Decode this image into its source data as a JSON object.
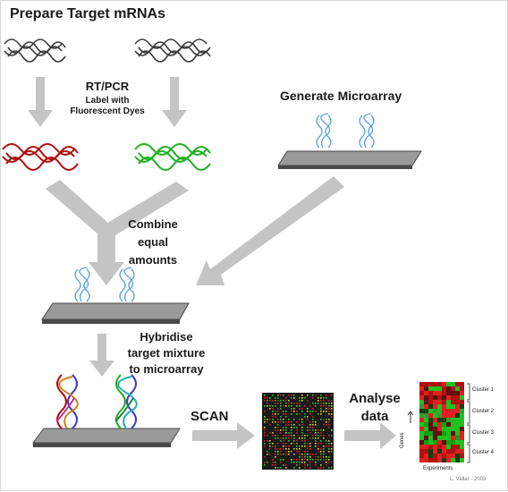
{
  "labels": {
    "title": "Prepare Target mRNAs",
    "rtpcr": "RT/PCR",
    "label_with": "Label with",
    "fluorescent_dyes": "Fluorescent Dyes",
    "generate": "Generate Microarray",
    "combine_1": "Combine",
    "combine_2": "equal",
    "combine_3": "amounts",
    "hybridise_1": "Hybridise",
    "hybridise_2": "target mixture",
    "hybridise_3": "to microarray",
    "scan": "SCAN",
    "analyse_1": "Analyse",
    "analyse_2": "data",
    "cluster_1": "Cluster 1",
    "cluster_2": "Cluster 2",
    "cluster_3": "Cluster 3",
    "cluster_4": "Cluster 4",
    "genes": "Genes",
    "experiments": "Experiments",
    "credit": "L. Vallar - 2003"
  },
  "colors": {
    "arrow": "#c4c4c4",
    "dna_black": "#3a3a3a",
    "dna_red": "#b01010",
    "dna_green": "#20b020",
    "dna_blue": "#5aa0e0",
    "slide_top": "#9a9a9a",
    "slide_edge": "#4a4a4a"
  }
}
